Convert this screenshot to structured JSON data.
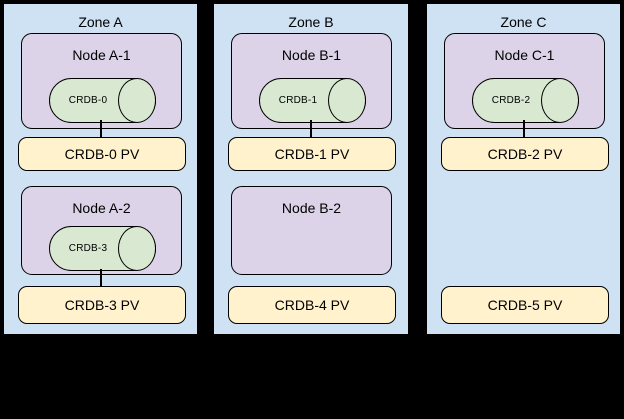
{
  "colors": {
    "canvas_bg": "#000000",
    "zone_fill": "#cfe2f3",
    "node_fill": "#dcd3e8",
    "pod_fill": "#d8e8d1",
    "pv_fill": "#fff2cc",
    "stroke": "#000000"
  },
  "zones": [
    {
      "title": "Zone A",
      "node1": {
        "label": "Node A-1",
        "pod": "CRDB-0"
      },
      "pv1": "CRDB-0 PV",
      "node2": {
        "label": "Node A-2",
        "pod": "CRDB-3"
      },
      "pv2": "CRDB-3 PV"
    },
    {
      "title": "Zone B",
      "node1": {
        "label": "Node B-1",
        "pod": "CRDB-1"
      },
      "pv1": "CRDB-1 PV",
      "node2": {
        "label": "Node B-2"
      },
      "pv2": "CRDB-4 PV"
    },
    {
      "title": "Zone C",
      "node1": {
        "label": "Node C-1",
        "pod": "CRDB-2"
      },
      "pv1": "CRDB-2 PV",
      "pv2": "CRDB-5 PV"
    }
  ],
  "connections": [
    {
      "from": "CRDB-0",
      "to": "CRDB-0 PV"
    },
    {
      "from": "CRDB-1",
      "to": "CRDB-1 PV"
    },
    {
      "from": "CRDB-2",
      "to": "CRDB-2 PV"
    },
    {
      "from": "CRDB-3",
      "to": "CRDB-3 PV"
    }
  ]
}
